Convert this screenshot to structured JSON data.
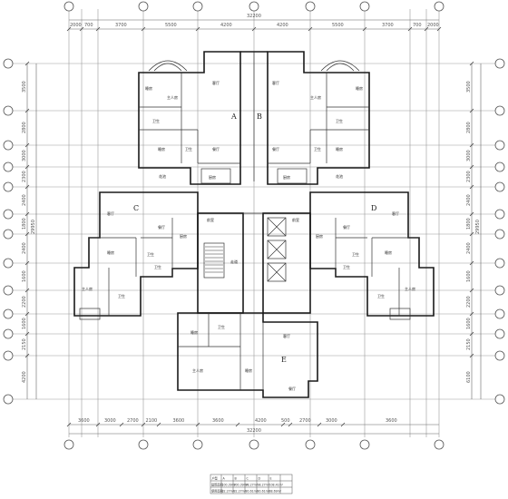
{
  "dimensions": {
    "top_total": "32200",
    "bottom_total": "32200",
    "top_segments": [
      "2000",
      "700",
      "3700",
      "5500",
      "4200",
      "4200",
      "5500",
      "3700",
      "700",
      "2000"
    ],
    "bottom_segments": [
      "3600",
      "3000",
      "2700",
      "2100",
      "3600",
      "3600",
      "4200",
      "500",
      "2700",
      "3000",
      "3600"
    ],
    "left_total": "29950",
    "right_total": "29950",
    "left_segments": [
      "3500",
      "2800",
      "3000",
      "2300",
      "2400",
      "1800",
      "2400",
      "1600",
      "2200",
      "1600",
      "2150",
      "4200"
    ],
    "right_segments": [
      "3500",
      "2800",
      "3000",
      "2300",
      "2400",
      "1800",
      "2400",
      "1600",
      "2200",
      "1600",
      "2150",
      "6100"
    ]
  },
  "unit_labels": [
    "A",
    "B",
    "C",
    "D",
    "E"
  ],
  "rooms": {
    "living": "客厅",
    "master": "主人房",
    "bedroom": "睡房",
    "kitchen": "厨房",
    "bath": "卫生",
    "dining": "餐厅",
    "corridor": "走道",
    "garden": "花池",
    "hall": "前室"
  },
  "table": {
    "header": [
      "户型",
      "A",
      "B",
      "C",
      "D",
      "E"
    ],
    "row1_label": "建筑面积",
    "row2_label": "使用面积",
    "row1": [
      "100.39m²",
      "100.39m²",
      "98.27m²",
      "98.27m²",
      "108.41m²"
    ],
    "row2": [
      "82.27m²",
      "82.27m²",
      "80.61m²",
      "80.61m²",
      "88.69m²"
    ]
  }
}
